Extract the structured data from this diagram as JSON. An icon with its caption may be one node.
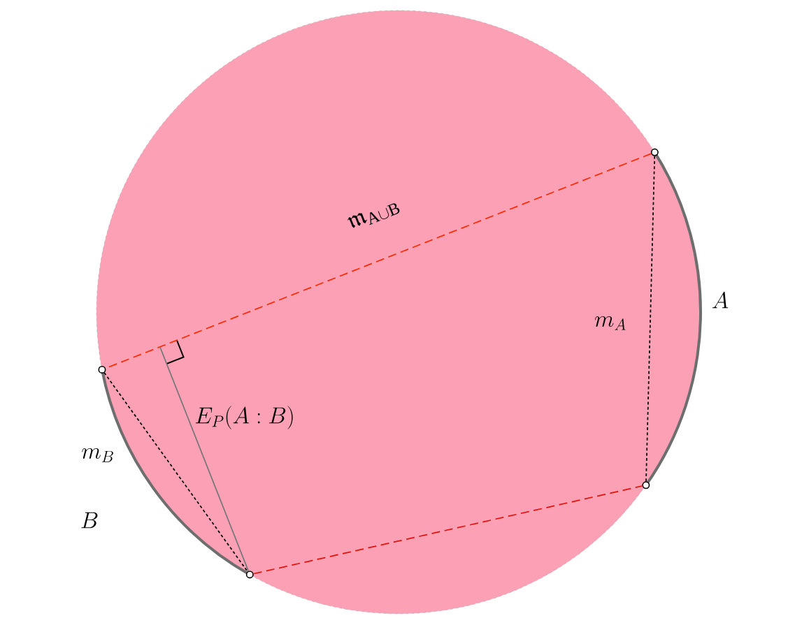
{
  "diagram": {
    "nodes": [
      {
        "text": [],
        "shape": "circle"
      },
      {
        "text": [],
        "shape": "circle"
      },
      {
        "text": [],
        "shape": "circle"
      },
      {
        "text": [],
        "shape": "circle"
      }
    ],
    "edges": [
      {
        "from": 0,
        "to": 1,
        "arrow": "none",
        "label": "\\mathfrak{m}_{\\mathrm{A\\cup B}}",
        "style": "dashed",
        "color": "#ff2a00"
      },
      {
        "from": 0,
        "to": 3,
        "arrow": "none",
        "label": "m_A",
        "style": "dashed"
      },
      {
        "from": 1,
        "to": 2,
        "arrow": "none",
        "label": "m_B",
        "style": "dashed"
      },
      {
        "from": 2,
        "to": 3,
        "arrow": "none",
        "style": "dashed",
        "color": "#e8100a"
      },
      {
        "from": 2,
        "to": null,
        "arrow": "none",
        "label": "E_P(A:B)",
        "color": "#777777"
      }
    ],
    "labels": [
      "A",
      "B"
    ]
  }
}
